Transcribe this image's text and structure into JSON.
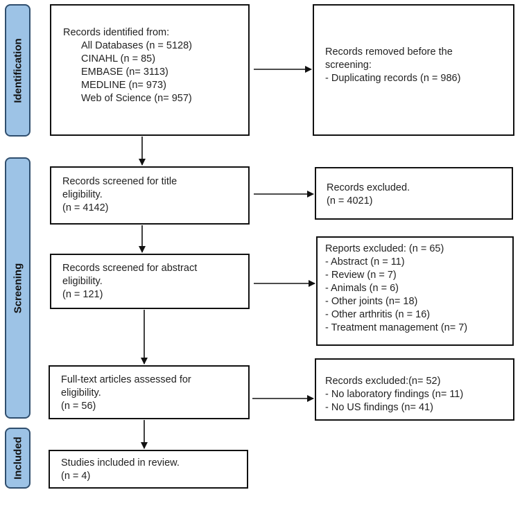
{
  "phases": {
    "identification": "Identification",
    "screening": "Screening",
    "included": "Included"
  },
  "boxes": {
    "identified": {
      "heading": "Records identified from:",
      "items": [
        "All Databases (n = 5128)",
        "CINAHL (n = 85)",
        "EMBASE (n= 3113)",
        "MEDLINE (n= 973)",
        "Web of Science (n= 957)"
      ]
    },
    "removed": {
      "lines": [
        "Records removed before the",
        "screening:",
        "- Duplicating records (n = 986)"
      ]
    },
    "title_screen": {
      "lines": [
        "Records screened for title",
        "eligibility.",
        "(n = 4142)"
      ]
    },
    "title_excluded": {
      "lines": [
        "Records excluded.",
        "(n = 4021)"
      ]
    },
    "abstract_screen": {
      "lines": [
        "Records screened for abstract",
        "eligibility.",
        "(n = 121)"
      ]
    },
    "reports_excluded": {
      "lines": [
        "Reports excluded: (n = 65)",
        "- Abstract (n = 11)",
        "- Review (n = 7)",
        "- Animals (n = 6)",
        "- Other joints (n= 18)",
        "- Other arthritis (n = 16)",
        "- Treatment management (n= 7)"
      ]
    },
    "fulltext": {
      "lines": [
        "Full-text articles assessed for",
        "eligibility.",
        "(n = 56)"
      ]
    },
    "fulltext_excluded": {
      "lines": [
        "Records excluded:(n= 52)",
        "- No laboratory findings (n= 11)",
        "- No US findings (n= 41)"
      ]
    },
    "included": {
      "lines": [
        "Studies included in review.",
        "(n = 4)"
      ]
    }
  }
}
